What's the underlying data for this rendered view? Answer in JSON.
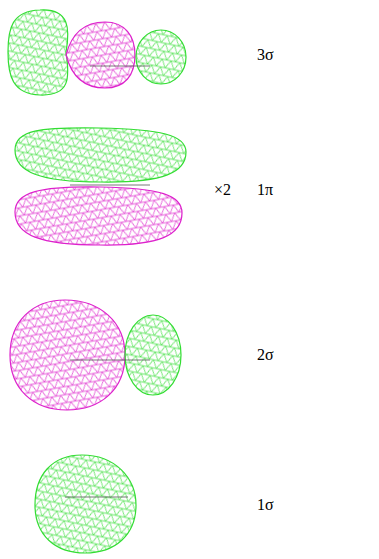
{
  "diagram": {
    "labels": [
      "3σ",
      "×2",
      "1π",
      "2σ",
      "1σ"
    ]
  }
}
